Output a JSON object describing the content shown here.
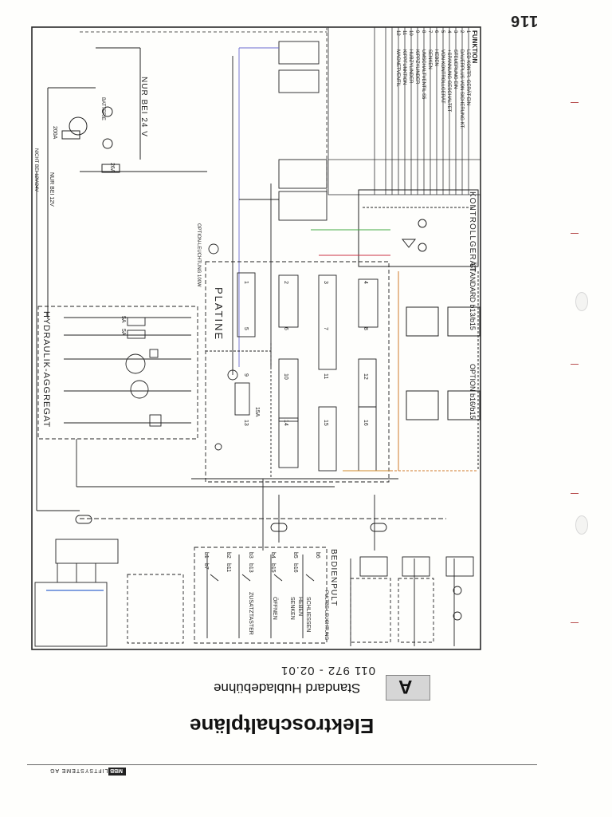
{
  "page": {
    "number": "116",
    "section_letter": "A",
    "subtitle": "Standard Hubladebühne",
    "doc_number": "011 972 - 02.01",
    "title": "Elektroschaltpläne",
    "company": "LIFTSYSTEME AG",
    "brand": "MBB"
  },
  "diagram": {
    "supply_note": "NUR BEI 24 V",
    "supply_note_12v": "NUR BEI 12V",
    "supply_note_not12v": "NICHT BEI 12V/24V",
    "battery_label": "BATTERIE",
    "fuse_main": "200A",
    "fuse_26": "26A",
    "fuse_5a_1": "5A",
    "fuse_5a_2": "5A",
    "fuse_15a": "15A",
    "platine_label": "PLATINE",
    "hydraulik_label": "HYDRAULIK-AGGREGAT",
    "kontrollgeraet_label": "KONTROLLGERÄT",
    "standard_label": "STANDARD b13/b15",
    "option_label": "OPTION b16/b15",
    "bedienpult_label": "BEDIENPULT",
    "zusatztaster_label": "ZUSATZTASTER",
    "schliessen_label": "SCHLIESSEN",
    "oeffnen_label": "ÖFFNEN",
    "senken_label": "SENKEN",
    "heben_label": "HEBEN",
    "option_leuchte_label": "OPTION-LEUCHTUNG 100W",
    "pultbeleuchtung_label": "PULTBE-LEUCHTUNG",
    "function_header": "FUNKTION",
    "function_rows": [
      {
        "nr": "1",
        "text": "LED KONTR. GERÄT EIN"
      },
      {
        "nr": "2",
        "text": "DAUERPLUS VON SICHERUNG KT."
      },
      {
        "nr": "3",
        "text": "STEUERUNG EIN"
      },
      {
        "nr": "4",
        "text": "+SPANNUNG GESCHALTET"
      },
      {
        "nr": "5",
        "text": "VON KONTROLLGERÄT"
      },
      {
        "nr": "6",
        "text": "HEBEN"
      },
      {
        "nr": "7",
        "text": "SENKEN"
      },
      {
        "nr": "8",
        "text": "UMSCHALTVENTIL S5"
      },
      {
        "nr": "9",
        "text": "KIPPZYLINDER"
      },
      {
        "nr": "10",
        "text": "HUBZYLINDER"
      },
      {
        "nr": "11",
        "text": "KIPPFUNKTION"
      },
      {
        "nr": "12",
        "text": "MAGNETVENTIL"
      }
    ],
    "contacts": [
      "b1",
      "b2",
      "b3",
      "b4",
      "b5",
      "b6",
      "b7",
      "b11",
      "b13",
      "b15",
      "b16"
    ],
    "platine_terminals": [
      "1",
      "2",
      "3",
      "4",
      "5",
      "6",
      "7",
      "8",
      "9",
      "10",
      "11",
      "12",
      "13",
      "14",
      "15",
      "16"
    ]
  }
}
